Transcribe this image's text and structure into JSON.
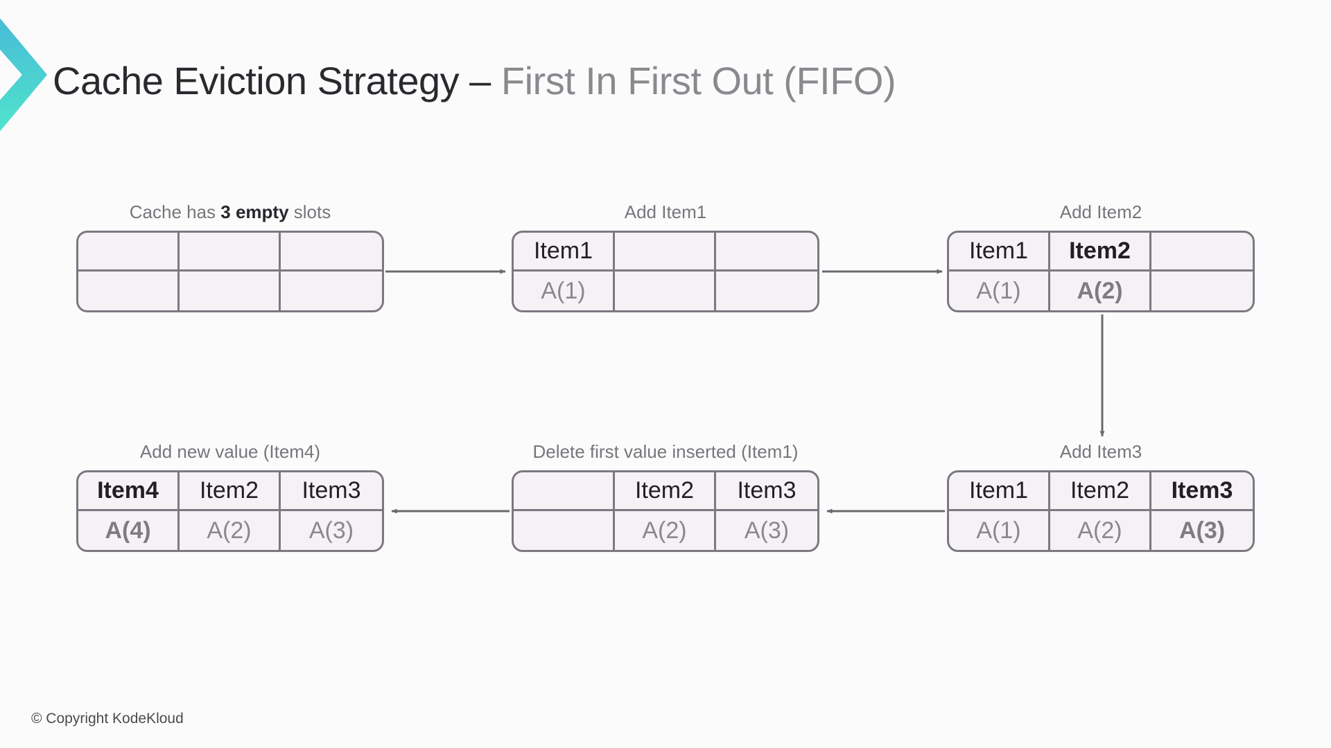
{
  "slide": {
    "title": {
      "dark": "Cache Eviction Strategy – ",
      "gray": "First In First Out (FIFO)"
    },
    "footer": {
      "copyright": "© Copyright KodeKloud"
    },
    "logo": "kodekloud-chevron",
    "colors": {
      "accent_teal_top": "#47b7d8",
      "accent_teal_bottom": "#50e8cb",
      "table_fill": "#f5f2f6",
      "table_border": "#7b7880",
      "arrow": "#6b686e",
      "text_dark": "#211e24",
      "text_gray": "#8b888d",
      "caption_gray": "#78757a",
      "title_dark": "#2b292d",
      "title_gray": "#8c898e"
    },
    "steps": [
      {
        "caption": {
          "pre": "Cache has ",
          "em": "3 empty",
          "post": " slots"
        },
        "items": [
          {
            "text": "",
            "style": ""
          },
          {
            "text": "",
            "style": ""
          },
          {
            "text": "",
            "style": ""
          }
        ],
        "values": [
          {
            "text": "",
            "style": ""
          },
          {
            "text": "",
            "style": ""
          },
          {
            "text": "",
            "style": ""
          }
        ]
      },
      {
        "caption": {
          "pre": "Add Item1",
          "em": "",
          "post": ""
        },
        "items": [
          {
            "text": "Item1",
            "style": "plain"
          },
          {
            "text": "",
            "style": ""
          },
          {
            "text": "",
            "style": ""
          }
        ],
        "values": [
          {
            "text": "A(1)",
            "style": "muted"
          },
          {
            "text": "",
            "style": ""
          },
          {
            "text": "",
            "style": ""
          }
        ]
      },
      {
        "caption": {
          "pre": "Add Item2",
          "em": "",
          "post": ""
        },
        "items": [
          {
            "text": "Item1",
            "style": "plain"
          },
          {
            "text": "Item2",
            "style": "strong"
          },
          {
            "text": "",
            "style": ""
          }
        ],
        "values": [
          {
            "text": "A(1)",
            "style": "muted"
          },
          {
            "text": "A(2)",
            "style": "muted-strong"
          },
          {
            "text": "",
            "style": ""
          }
        ]
      },
      {
        "caption": {
          "pre": "Add Item3",
          "em": "",
          "post": ""
        },
        "items": [
          {
            "text": "Item1",
            "style": "plain"
          },
          {
            "text": "Item2",
            "style": "plain"
          },
          {
            "text": "Item3",
            "style": "strong"
          }
        ],
        "values": [
          {
            "text": "A(1)",
            "style": "muted"
          },
          {
            "text": "A(2)",
            "style": "muted"
          },
          {
            "text": "A(3)",
            "style": "muted-strong"
          }
        ]
      },
      {
        "caption": {
          "pre": "Delete first value inserted (Item1)",
          "em": "",
          "post": ""
        },
        "items": [
          {
            "text": "",
            "style": ""
          },
          {
            "text": "Item2",
            "style": "plain"
          },
          {
            "text": "Item3",
            "style": "plain"
          }
        ],
        "values": [
          {
            "text": "",
            "style": ""
          },
          {
            "text": "A(2)",
            "style": "muted"
          },
          {
            "text": "A(3)",
            "style": "muted"
          }
        ]
      },
      {
        "caption": {
          "pre": "Add new value (Item4)",
          "em": "",
          "post": ""
        },
        "items": [
          {
            "text": "Item4",
            "style": "strong"
          },
          {
            "text": "Item2",
            "style": "plain"
          },
          {
            "text": "Item3",
            "style": "plain"
          }
        ],
        "values": [
          {
            "text": "A(4)",
            "style": "muted-strong"
          },
          {
            "text": "A(2)",
            "style": "muted"
          },
          {
            "text": "A(3)",
            "style": "muted"
          }
        ]
      }
    ]
  }
}
